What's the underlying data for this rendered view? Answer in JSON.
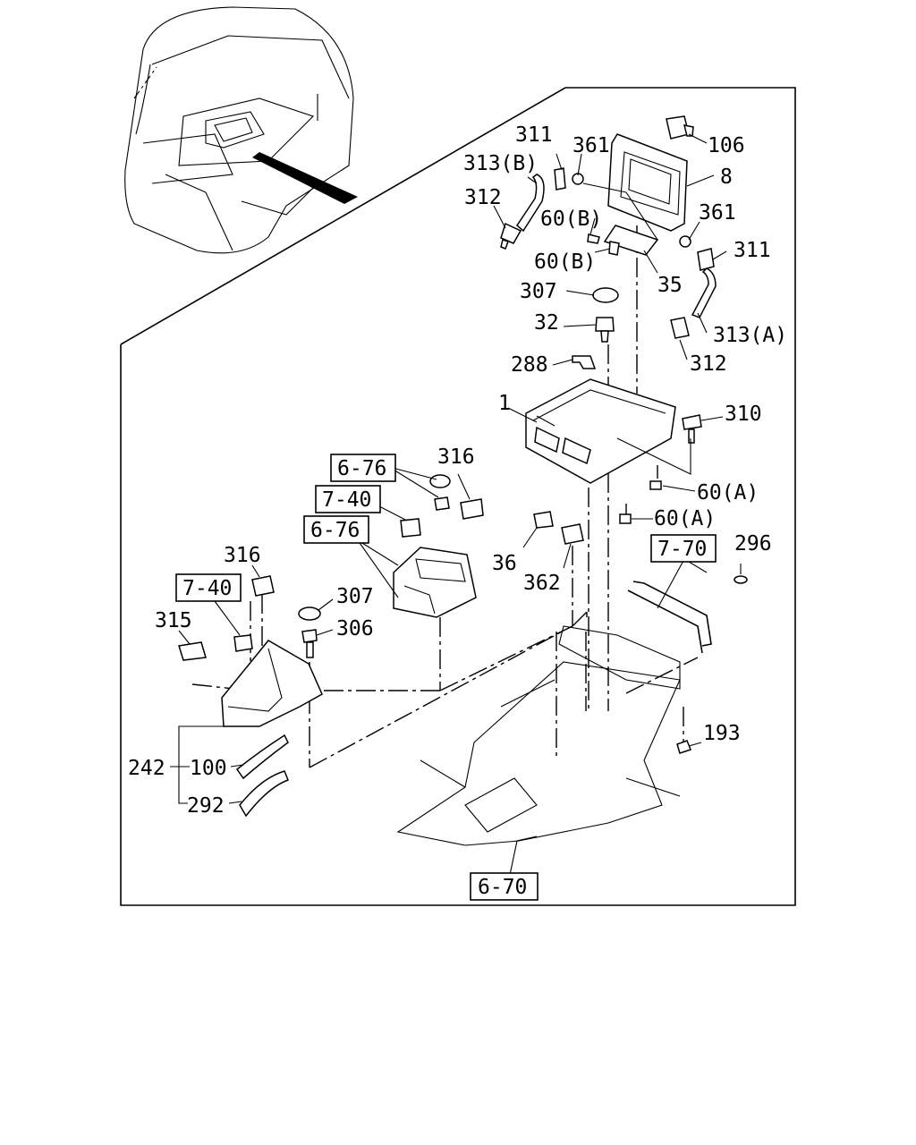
{
  "callouts": {
    "c106": "106",
    "c8": "8",
    "c311_top": "311",
    "c361_top": "361",
    "c313b": "313(B)",
    "c312_top": "312",
    "c60b_1": "60(B)",
    "c361_right": "361",
    "c311_right": "311",
    "c60b_2": "60(B)",
    "c35": "35",
    "c307_top": "307",
    "c32": "32",
    "c313a": "313(A)",
    "c312_right": "312",
    "c288": "288",
    "c1": "1",
    "c310": "310",
    "c60a_1": "60(A)",
    "c60a_2": "60(A)",
    "c316_mid": "316",
    "c36": "36",
    "c362": "362",
    "c296": "296",
    "c316_left": "316",
    "c307_left": "307",
    "c306": "306",
    "c315": "315",
    "c193": "193",
    "c242": "242",
    "c100": "100",
    "c292": "292"
  },
  "references": {
    "ref_676_a": "6-76",
    "ref_740_a": "7-40",
    "ref_676_b": "6-76",
    "ref_740_b": "7-40",
    "ref_770": "7-70",
    "ref_670": "6-70"
  }
}
